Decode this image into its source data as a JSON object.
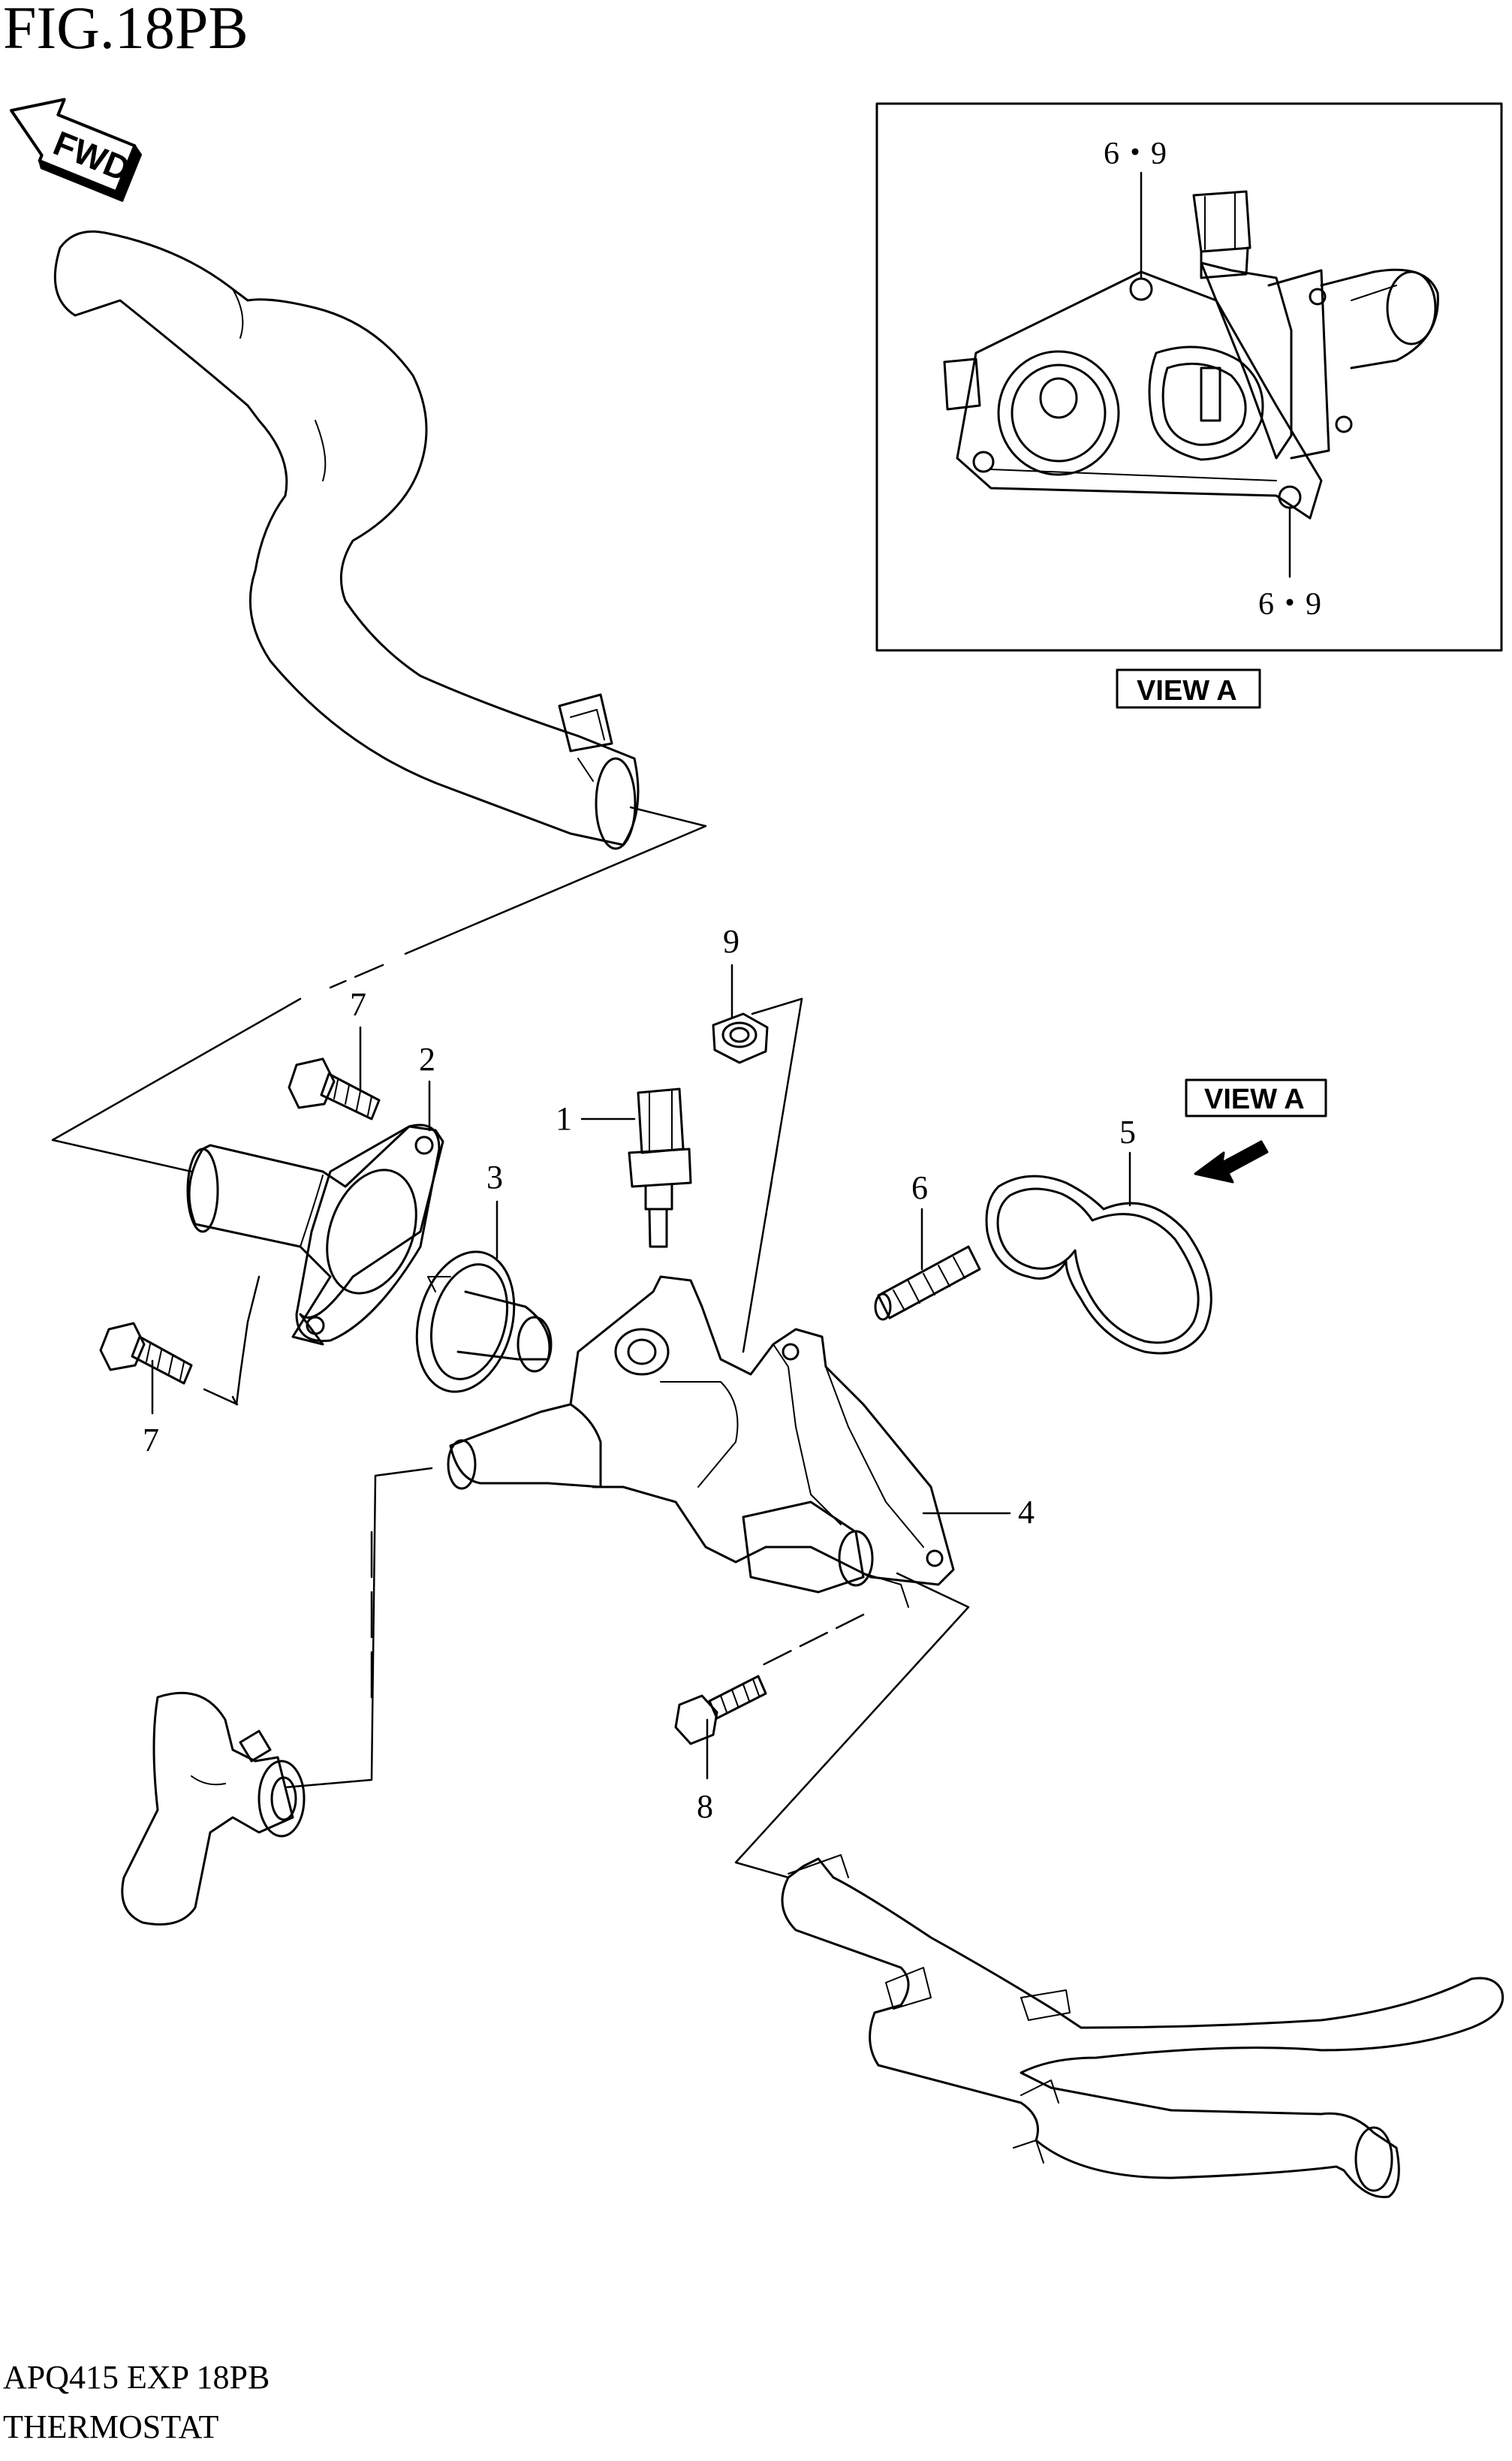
{
  "figure": {
    "title": "FIG.18PB",
    "fwd_label": "FWD",
    "catalog_code": "APQ415 EXP 18PB",
    "section_name": "THERMOSTAT"
  },
  "view_a": {
    "box_label": "VIEW A",
    "pointer_label": "VIEW A",
    "callout_top": "6・9",
    "callout_bottom": "6・9"
  },
  "callouts": {
    "sensor": "1",
    "outlet_cap": "2",
    "thermostat": "3",
    "housing": "4",
    "gasket": "5",
    "stud": "6",
    "bolt_upper": "7",
    "bolt_lower": "7",
    "bolt_housing": "8",
    "nut": "9"
  },
  "colors": {
    "line": "#000000",
    "background": "#ffffff"
  }
}
